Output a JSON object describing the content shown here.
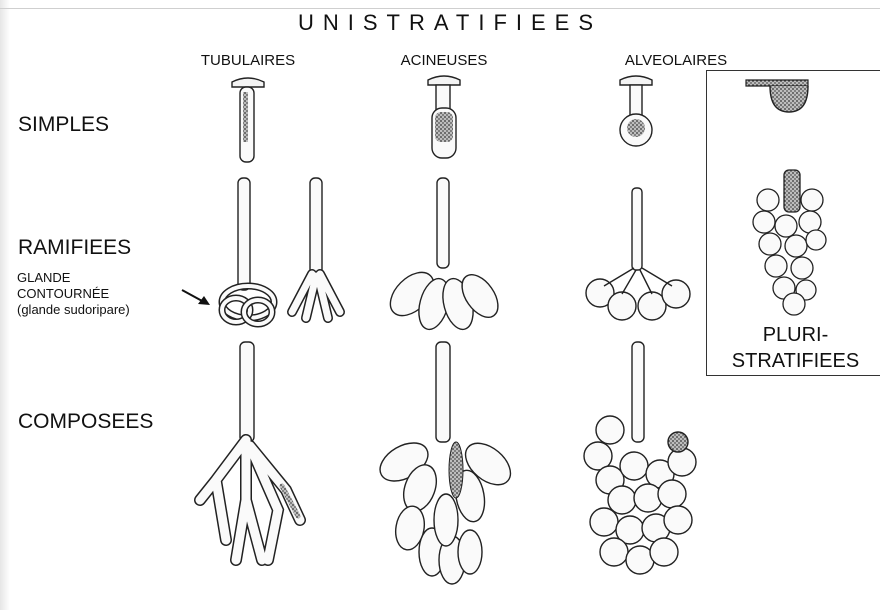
{
  "title": "UNISTRATIFIEES",
  "columns": [
    "TUBULAIRES",
    "ACINEUSES",
    "ALVEOLAIRES"
  ],
  "rows": [
    "SIMPLES",
    "RAMIFIEES",
    "COMPOSEES"
  ],
  "contorted_label": {
    "line1": "GLANDE",
    "line2": "CONTOURNÉE",
    "line3": "(glande sudoripare)"
  },
  "pluri_label": {
    "line1": "PLURI-",
    "line2": "STRATIFIEES"
  }
}
